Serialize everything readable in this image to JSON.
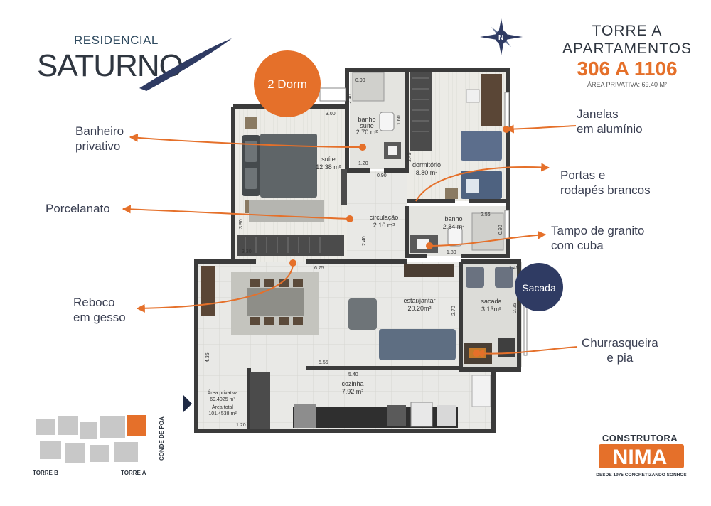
{
  "brand": {
    "residencial": "RESIDENCIAL",
    "saturno": "SATURNO",
    "builder_top": "CONSTRUTORA",
    "builder_logo": "NIMA",
    "builder_tagline": "DESDE 1975 CONCRETIZANDO SONHOS"
  },
  "header": {
    "torre": "TORRE A",
    "apartamentos": "APARTAMENTOS",
    "range": "306 A 1106",
    "area": "ÁREA PRIVATIVA: 69.40 M²"
  },
  "badges": {
    "dorm": "2 Dorm",
    "sacada": "Sacada"
  },
  "callouts": {
    "banheiro_1": "Banheiro",
    "banheiro_2": "privativo",
    "porcelanato": "Porcelanato",
    "reboco_1": "Reboco",
    "reboco_2": "em gesso",
    "janelas_1": "Janelas",
    "janelas_2": "em alumínio",
    "portas_1": "Portas e",
    "portas_2": "rodapés brancos",
    "tampo_1": "Tampo de granito",
    "tampo_2": "com cuba",
    "churras_1": "Churrasqueira",
    "churras_2": "e pia"
  },
  "rooms": {
    "suite_name": "suíte",
    "suite_area": "12.38 m²",
    "banho_suite_1": "banho",
    "banho_suite_2": "suíte",
    "banho_suite_area": "2.70 m²",
    "dormitorio_name": "dormitório",
    "dormitorio_area": "8.80 m²",
    "circulacao_name": "circulação",
    "circulacao_area": "2.16 m²",
    "banho_name": "banho",
    "banho_area": "2.84 m²",
    "estar_name": "estar/jantar",
    "estar_area": "20.20m²",
    "sacada_name": "sacada",
    "sacada_area": "3.13m²",
    "cozinha_name": "cozinha",
    "cozinha_area": "7.92 m²"
  },
  "dimensions": {
    "d1": "0.90",
    "d2": "3.00",
    "d3": "2.40",
    "d4": "1.60",
    "d5": "1.20",
    "d6": "0.90",
    "d7": "3.45",
    "d8": "2.55",
    "d9": "3.90",
    "d10": "3.30",
    "d11": "2.40",
    "d12": "0.90",
    "d13": "1.80",
    "d14": "6.75",
    "d15": "1.45",
    "d16": "2.70",
    "d17": "2.25",
    "d18": "4.35",
    "d19": "5.55",
    "d20": "5.40",
    "d21": "1.20"
  },
  "area_box": {
    "privativa_label": "Área privativa",
    "privativa_value": "69.4025 m²",
    "total_label": "Área total",
    "total_value": "101.4538 m²"
  },
  "site_map": {
    "torre_b": "TORRE B",
    "torre_a": "TORRE A",
    "street": "CONDE DE POA"
  },
  "colors": {
    "accent_orange": "#e5702a",
    "navy": "#2f3b63",
    "brand_blue": "#2f4a5f",
    "wall": "#3b3b3b"
  }
}
